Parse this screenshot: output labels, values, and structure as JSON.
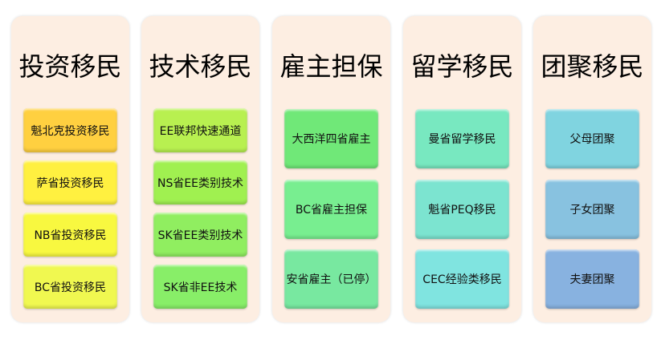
{
  "columns": [
    {
      "title": "投资移民",
      "items": [
        {
          "label": "魁北克投资移民",
          "color": "#ffd040"
        },
        {
          "label": "萨省投资移民",
          "color": "#fff040"
        },
        {
          "label": "NB省投资移民",
          "color": "#f8f840"
        },
        {
          "label": "BC省投资移民",
          "color": "#f0f850"
        }
      ]
    },
    {
      "title": "技术移民",
      "items": [
        {
          "label": "EE联邦快速通道",
          "color": "#b8f050"
        },
        {
          "label": "NS省EE类别技术",
          "color": "#a0f050"
        },
        {
          "label": "SK省EE类别技术",
          "color": "#90ee60"
        },
        {
          "label": "SK省非EE技术",
          "color": "#88ee68"
        }
      ]
    },
    {
      "title": "雇主担保",
      "items": [
        {
          "label": "大西洋四省雇主",
          "color": "#70e878"
        },
        {
          "label": "BC省雇主担保",
          "color": "#78ee90"
        },
        {
          "label": "安省雇主（已停）",
          "color": "#78e8a0"
        }
      ]
    },
    {
      "title": "留学移民",
      "items": [
        {
          "label": "曼省留学移民",
          "color": "#78e8c0"
        },
        {
          "label": "魁省PEQ移民",
          "color": "#7ce4d0"
        },
        {
          "label": "CEC经验类移民",
          "color": "#80e4e0"
        }
      ]
    },
    {
      "title": "团聚移民",
      "items": [
        {
          "label": "父母团聚",
          "color": "#80d4e0"
        },
        {
          "label": "子女团聚",
          "color": "#88c2e0"
        },
        {
          "label": "夫妻团聚",
          "color": "#88b2e0"
        }
      ]
    }
  ]
}
